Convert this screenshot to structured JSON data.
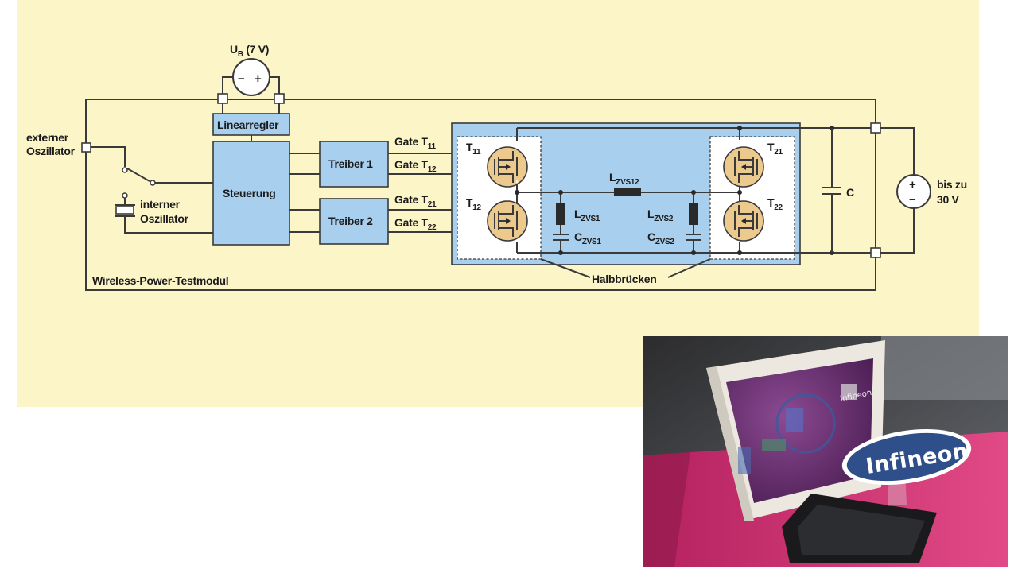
{
  "labels": {
    "ub_main": "U",
    "ub_sub": "B",
    "ub_tail": " (7 V)",
    "extern_line1": "externer",
    "extern_line2": "Oszillator",
    "intern_line1": "interner",
    "intern_line2": "Oszillator",
    "linearregler": "Linearregler",
    "steuerung": "Steuerung",
    "treiber1": "Treiber 1",
    "treiber2": "Treiber 2",
    "gate_prefix": "Gate T",
    "g11": "11",
    "g12": "12",
    "g21": "21",
    "g22": "22",
    "t_prefix": "T",
    "l_prefix": "L",
    "c_prefix": "C",
    "lzvs12_sub": "ZVS12",
    "lzvs1_sub": "ZVS1",
    "czvs1_sub": "ZVS1",
    "lzvs2_sub": "ZVS2",
    "czvs2_sub": "ZVS2",
    "capacitor_c": "C",
    "source_line1": "bis zu",
    "source_line2": "30 V",
    "plus": "+",
    "minus": "−",
    "halbbruecken": "Halbbrücken",
    "module": "Wireless-Power-Testmodul"
  },
  "photo": {
    "logo_text": "Infineon",
    "logo_small": "Infineon"
  },
  "colors": {
    "background": "#fcf5c8",
    "block_fill": "#a9cfee",
    "transistor_fill": "#ecc98d",
    "logo_blue": "#2e4f8a",
    "board_purple": "#7b3a7e",
    "table_magenta": "#c02d6e"
  }
}
